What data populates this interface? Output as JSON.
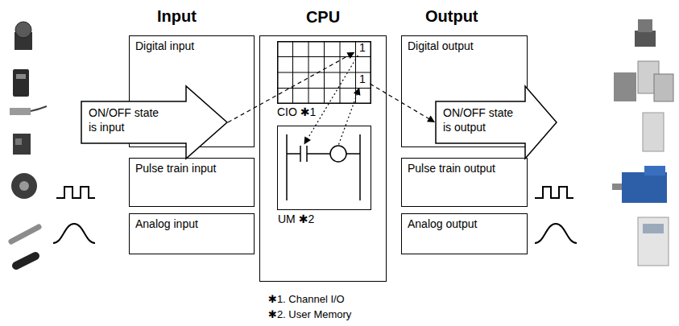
{
  "diagram": {
    "nodes": [
      {
        "text": [
          "Digital input"
        ]
      },
      {
        "text": [
          "ON/OFF state is input"
        ]
      },
      {
        "text": [
          "Pulse train input"
        ]
      },
      {
        "text": [
          "Analog input"
        ]
      },
      {
        "text": [
          "CPU"
        ]
      },
      {
        "text": [
          "CIO ✱1"
        ],
        "in": 4
      },
      {
        "text": [
          "UM ✱2"
        ],
        "in": 4
      },
      {
        "text": [
          "Digital output"
        ]
      },
      {
        "text": [
          "ON/OFF state is output"
        ]
      },
      {
        "text": [
          "Pulse train output"
        ]
      },
      {
        "text": [
          "Analog output"
        ]
      }
    ],
    "edges": [
      {
        "from": 1,
        "to": 5,
        "arrow": "to"
      },
      {
        "from": 5,
        "to": 6,
        "arrow": "to"
      },
      {
        "from": 6,
        "to": 5,
        "arrow": "to"
      },
      {
        "from": 5,
        "to": 8,
        "arrow": "to"
      }
    ],
    "labels": [
      "Input",
      "Output",
      "1",
      "1",
      "✱1. Channel I/O",
      "✱2. User Memory"
    ]
  }
}
